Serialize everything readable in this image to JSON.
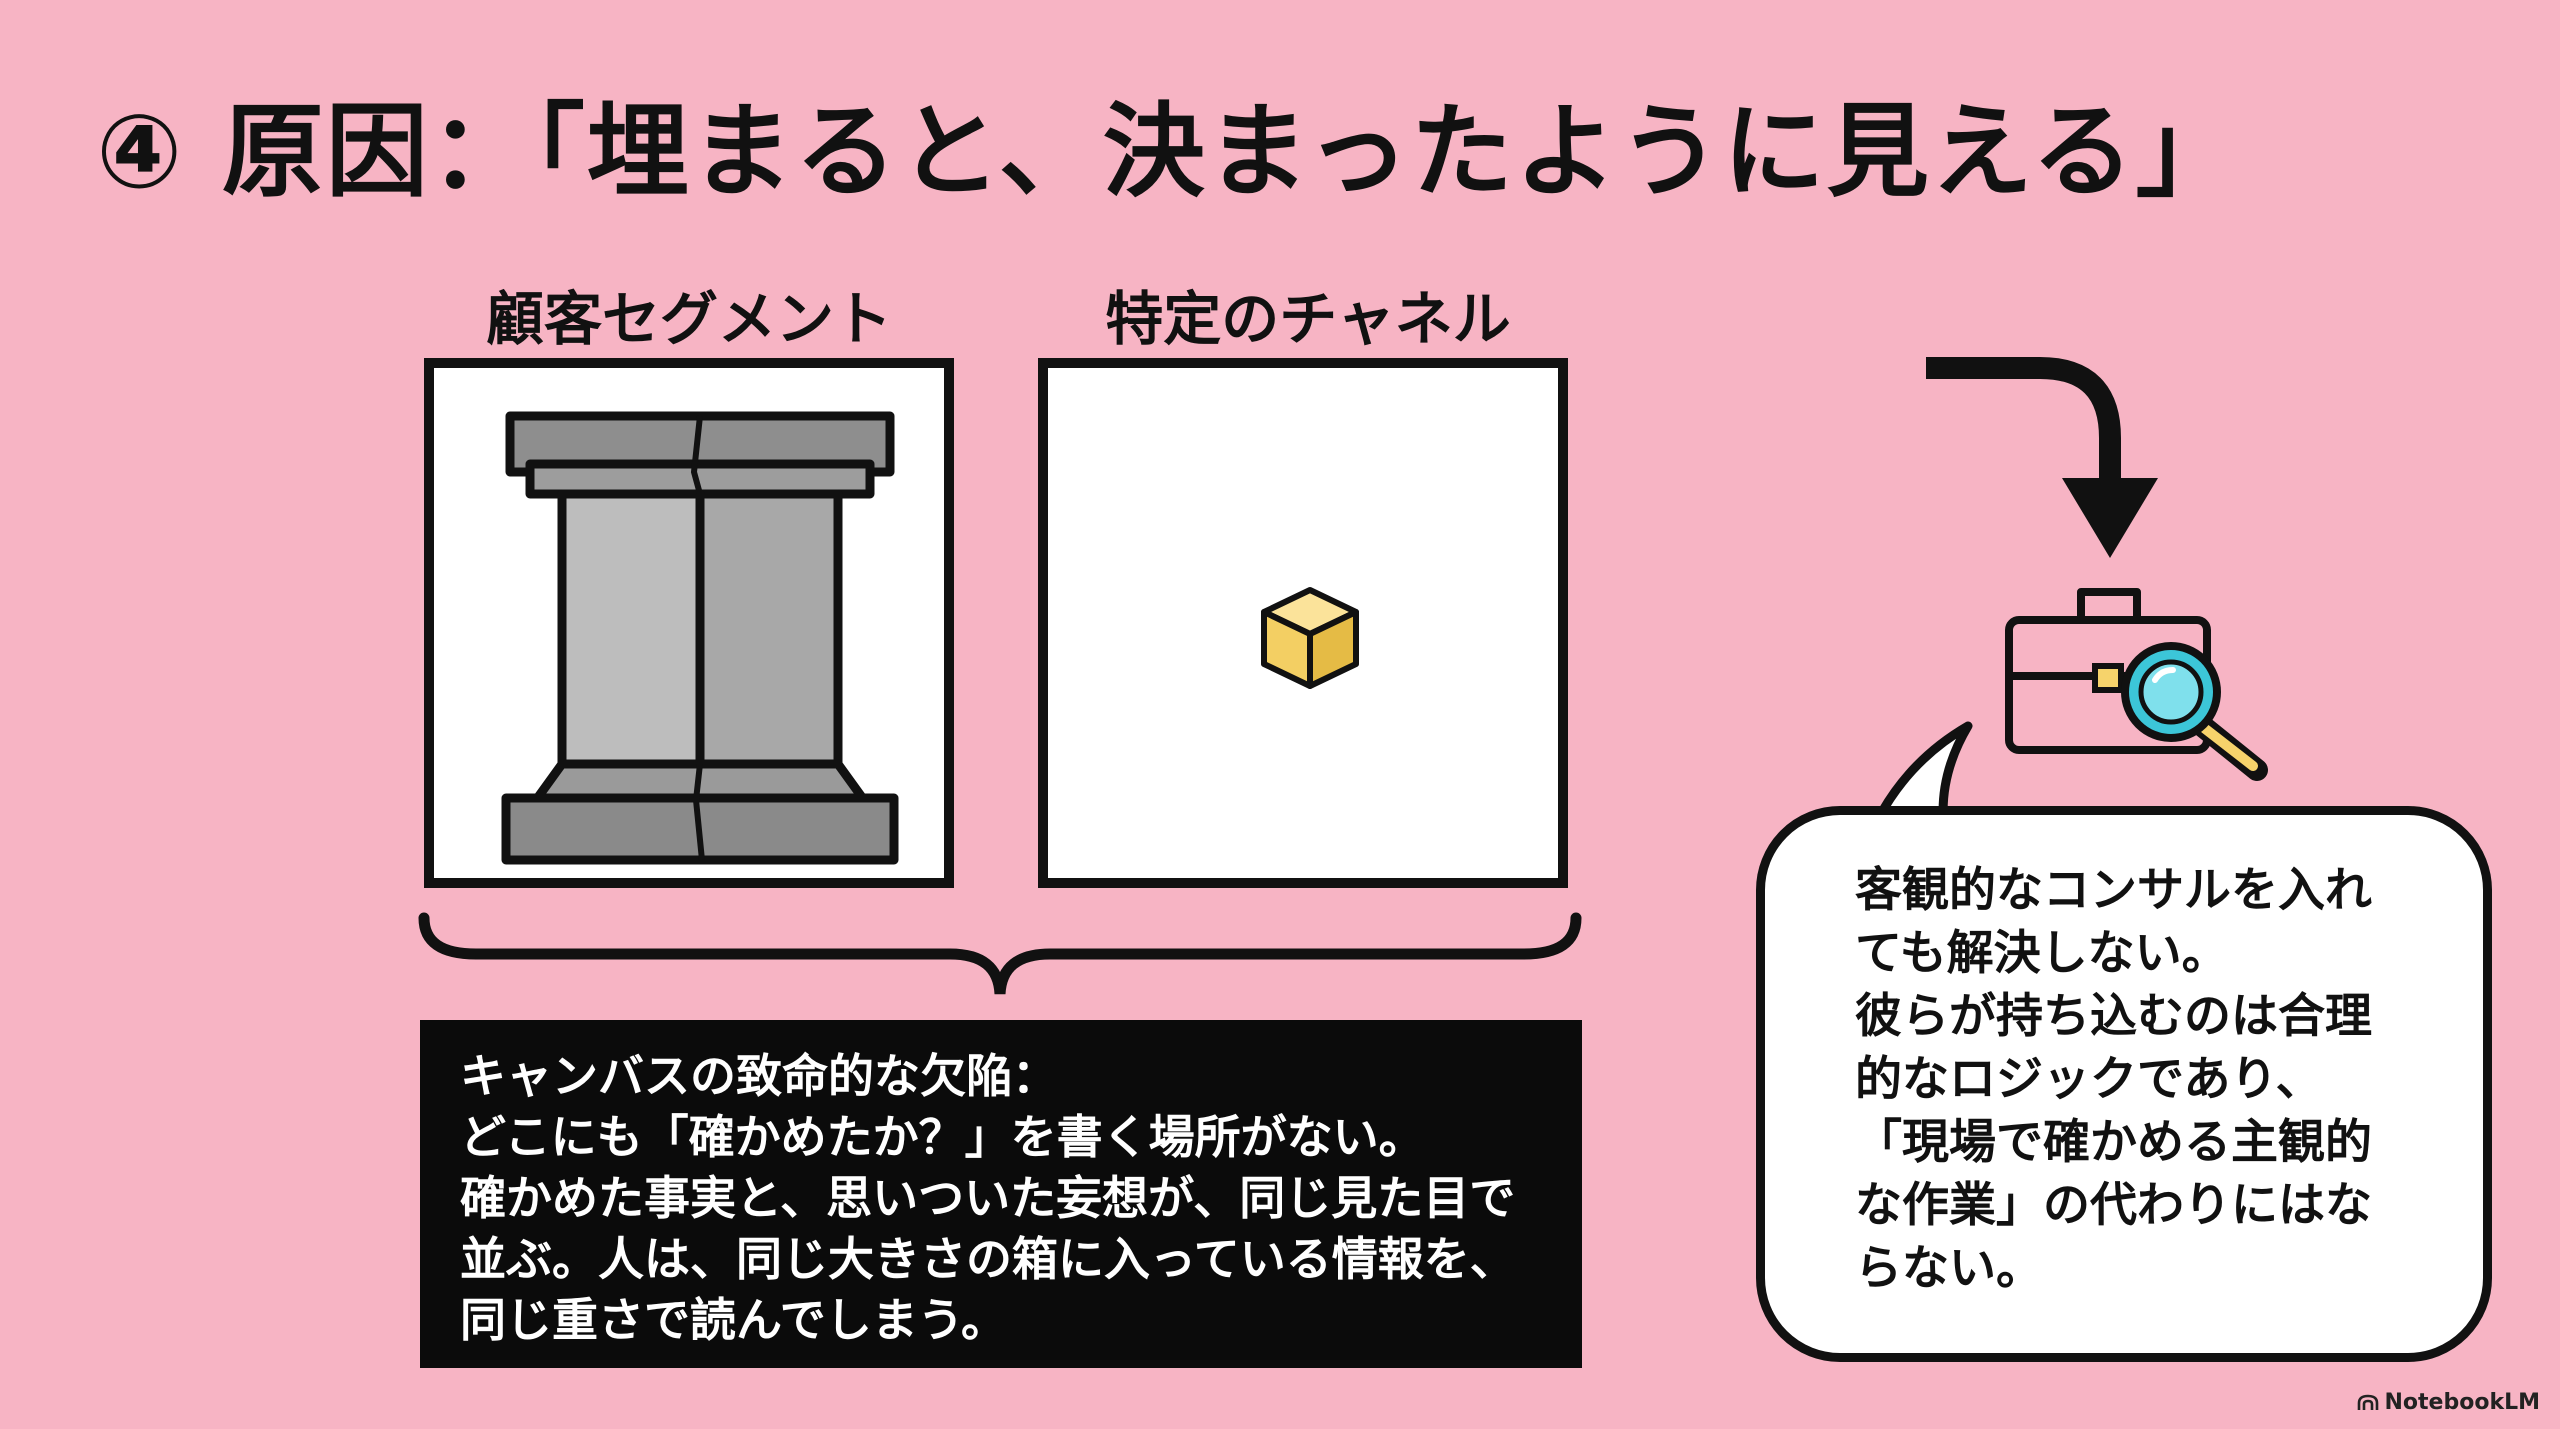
{
  "slide": {
    "title": "④ 原因：「埋まると、決まったように見える」"
  },
  "panels": [
    {
      "label": "顧客セグメント",
      "icon": "stone-pillar-icon"
    },
    {
      "label": "特定のチャネル",
      "icon": "small-cube-icon"
    }
  ],
  "caption": {
    "lines": [
      "キャンバスの致命的な欠陥：",
      "どこにも「確かめたか？」を書く場所がない。",
      "確かめた事実と、思いついた妄想が、同じ見た目で",
      "並ぶ。人は、同じ大きさの箱に入っている情報を、",
      "同じ重さで読んでしまう。"
    ]
  },
  "bubble": {
    "lines": [
      "客観的なコンサルを入れ",
      "ても解決しない。",
      "彼らが持ち込むのは合理",
      "的なロジックであり、",
      "「現場で確かめる主観的",
      "な作業」の代わりにはな",
      "らない。"
    ]
  },
  "watermark": {
    "text": "NotebookLM"
  },
  "colors": {
    "background": "#f7b4c4",
    "caption_box": "#0b0b0b",
    "cube": "#f6d36b",
    "lens": "#3cc6d8",
    "pillar": "#9a9a9a"
  }
}
